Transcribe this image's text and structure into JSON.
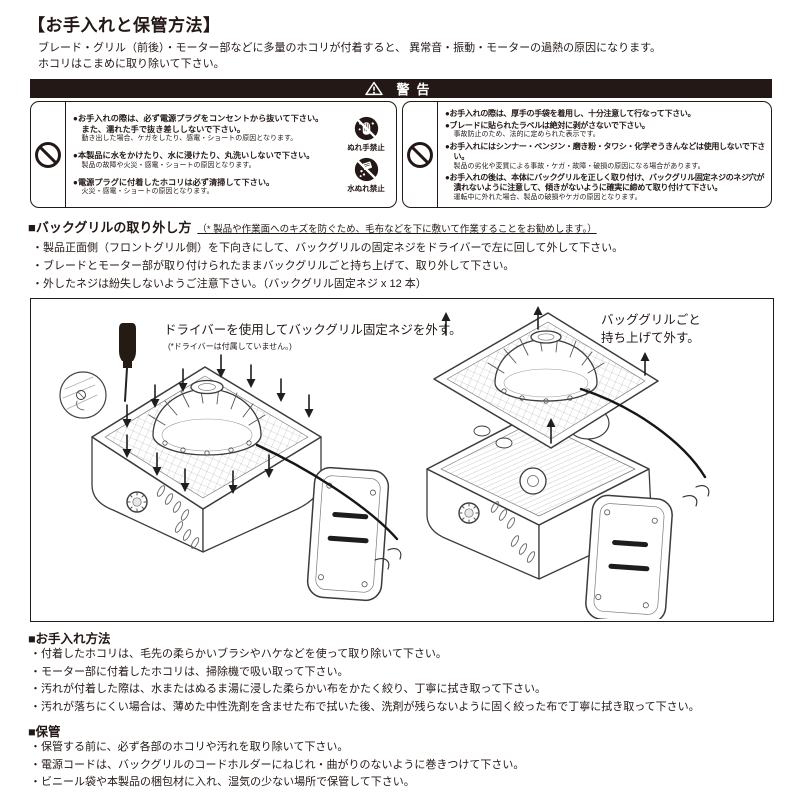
{
  "colors": {
    "ink": "#231815",
    "warning_bar_bg": "#231815",
    "paper": "#ffffff"
  },
  "page": {
    "title": "【お手入れと保管方法】",
    "intro_line1": "ブレード・グリル（前後）・モーター部などに多量のホコリが付着すると、 異常音・振動・モーターの過熱の原因になります。",
    "intro_line2": "ホコリはこまめに取り除いて下さい。"
  },
  "warning": {
    "header": "警告",
    "left_box": {
      "items": [
        {
          "text": "●お手入れの際は、必ず電源プラグをコンセントから抜いて下さい。\nまた、濡れた手で抜き差ししないで下さい。",
          "note": "動き出した場合、ケガをしたり、感電・ショートの原因となります。"
        },
        {
          "text": "●本製品に水をかけたり、水に浸けたり、丸洗いしないで下さい。",
          "note": "製品の故障や火災・感電・ショートの原因となります。"
        },
        {
          "text": "●電源プラグに付着したホコリは必ず清掃して下さい。",
          "note": "火災・感電・ショートの原因となります。"
        }
      ],
      "pictograms": [
        {
          "label": "ぬれ手禁止"
        },
        {
          "label": "水ぬれ禁止"
        }
      ]
    },
    "right_box": {
      "items": [
        {
          "text": "●お手入れの際は、厚手の手袋を着用し、十分注意して行なって下さい。"
        },
        {
          "text": "●ブレードに貼られたラベルは絶対に剥がさないで下さい。",
          "note": "事故防止のため、法的に定められた表示です。"
        },
        {
          "text": "●お手入れにはシンナー・ベンジン・磨き粉・タワシ・化学ぞうきんなどは使用しないで下さい。",
          "note": "製品の劣化や変質による事故・ケガ・故障・破損の原因になる場合があります。"
        },
        {
          "text": "●お手入れの後は、本体にバックグリルを正しく取り付け、バックグリル固定ネジのネジ穴が\n潰れないように注意して、傾きがないように確実に締めて取り付けて下さい。",
          "note": "運転中に外れた場合、製品の破損やケガの原因となります。"
        }
      ]
    }
  },
  "removal_section": {
    "heading": "■バックグリルの取り外し方",
    "heading_note": "（* 製品や作業面へのキズを防ぐため、毛布などを下に敷いて作業することをお勧めします。）",
    "bullets": [
      "・製品正面側（フロントグリル側）を下向きにして、バックグリルの固定ネジをドライバーで左に回して外して下さい。",
      "・ブレードとモーター部が取り付けられたままバックグリルごと持ち上げて、取り外して下さい。",
      "・外したネジは紛失しないようご注意下さい。（バックグリル固定ネジ x 12 本）"
    ]
  },
  "illustration": {
    "left_caption": "ドライバーを使用してバックグリル固定ネジを外す。",
    "left_caption_note": "(*ドライバーは付属していません。)",
    "right_caption": "バッググリルごと\n持ち上げて外す。"
  },
  "care_section": {
    "heading": "■お手入れ方法",
    "bullets": [
      "・付着したホコリは、毛先の柔らかいブラシやハケなどを使って取り除いて下さい。",
      "・モーター部に付着したホコリは、掃除機で吸い取って下さい。",
      "・汚れが付着した際は、水またはぬるま湯に浸した柔らかい布をかたく絞り、丁寧に拭き取って下さい。",
      "・汚れが落ちにくい場合は、薄めた中性洗剤を含ませた布で拭いた後、洗剤が残らないように固く絞った布で丁寧に拭き取って下さい。"
    ]
  },
  "storage_section": {
    "heading": "■保管",
    "bullets": [
      "・保管する前に、必ず各部のホコリや汚れを取り除いて下さい。",
      "・電源コードは、バックグリルのコードホルダーにねじれ・曲がりのないように巻きつけて下さい。",
      "・ビニール袋や本製品の梱包材に入れ、湿気の少ない場所で保管して下さい。"
    ]
  }
}
